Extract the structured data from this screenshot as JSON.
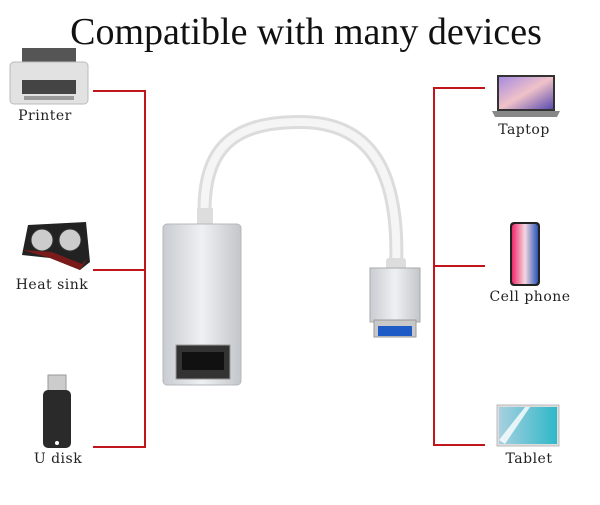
{
  "title": "Compatible with many devices",
  "accent_color": "#c0151b",
  "left_devices": [
    {
      "label": "Printer",
      "icon": "printer-icon"
    },
    {
      "label": "Heat sink",
      "icon": "heat-sink-icon"
    },
    {
      "label": "U disk",
      "icon": "usb-drive-icon"
    }
  ],
  "right_devices": [
    {
      "label": "Taptop",
      "icon": "laptop-icon"
    },
    {
      "label": "Cell phone",
      "icon": "phone-icon"
    },
    {
      "label": "Tablet",
      "icon": "tablet-icon"
    }
  ]
}
